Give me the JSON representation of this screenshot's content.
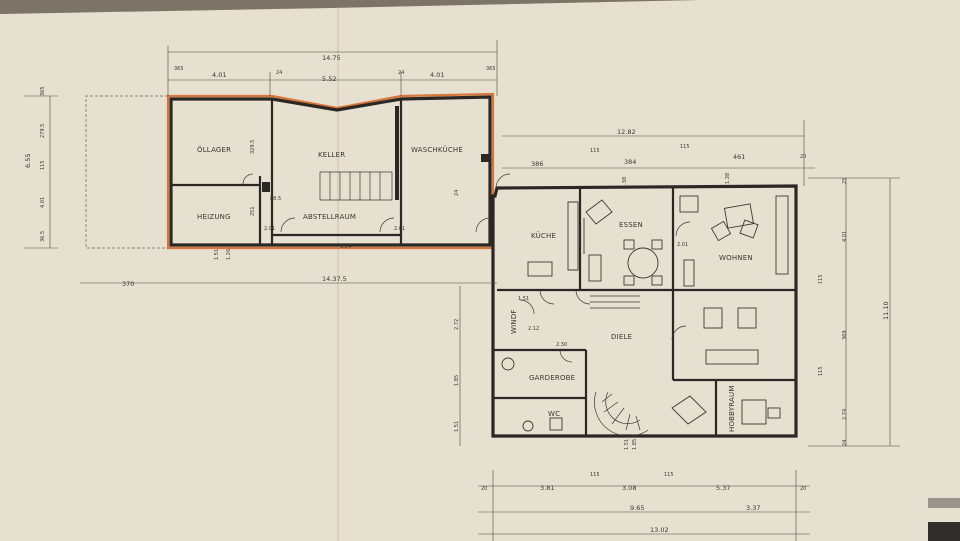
{
  "colors": {
    "paper": "#e8e2d3",
    "wall": "#2a2724",
    "highlight": "#d9753a",
    "ink": "#3b3733"
  },
  "rooms": {
    "oellager": "ÖLLAGER",
    "keller": "KELLER",
    "waschkueche": "WASCHKÜCHE",
    "heizung": "HEIZUNG",
    "abstellraum": "ABSTELLRAUM",
    "kueche": "KÜCHE",
    "essen": "ESSEN",
    "wohnen": "WOHNEN",
    "diele": "DIELE",
    "windf": "WINDF",
    "garderobe": "GARDEROBE",
    "wc": "WC",
    "hobbyraum": "HOBBYRAUM"
  },
  "dims": {
    "top_total": "14.75",
    "top_a": "4.01",
    "top_b": "5.52",
    "top_c": "4.01",
    "top_s1": "24",
    "top_s2": "24",
    "top_left": "365",
    "top_right": "365",
    "mid_total": "12.82",
    "mid_a": "386",
    "mid_b": "384",
    "mid_c": "461",
    "mid_right": "20",
    "mid_s1": "115",
    "mid_s2": "115",
    "left_total": "6.55",
    "left_a": "365",
    "left_b": "279.5",
    "left_c": "115",
    "left_d": "4.01",
    "left_e": "36.5",
    "left_total2": "370",
    "bottom_span": "14.37.5",
    "right_total": "11.10",
    "right_a": "25",
    "right_b": "4.01",
    "right_c": "115",
    "right_d": "369",
    "right_e": "115",
    "right_f": "2.74",
    "right_g": "24",
    "bot_a": "20",
    "bot_b": "3.81",
    "bot_c": "115",
    "bot_d": "3.08",
    "bot_e": "115",
    "bot_f": "5.37",
    "bot_g": "20",
    "bot_h": "9.65",
    "bot_i": "3.37",
    "bot_total": "13.02",
    "door_a": "88.5",
    "door_b": "2.01",
    "door_c": "2.01",
    "door_d": "2.12",
    "door_e": "2.30",
    "win_a": "1.51",
    "win_b": "1.26",
    "win_c": "1.38",
    "win_d": "1.51",
    "win_e": "2.01",
    "win_f": "1.38",
    "stair_a": "1.51",
    "stair_b": "1.85",
    "stair_c": "2.72",
    "stair_d": "1.51",
    "stair_e": "1.85",
    "ceil_a": "251",
    "ceil_b": "329.5",
    "ceil_c": "1.24",
    "ceil_d": "24"
  }
}
